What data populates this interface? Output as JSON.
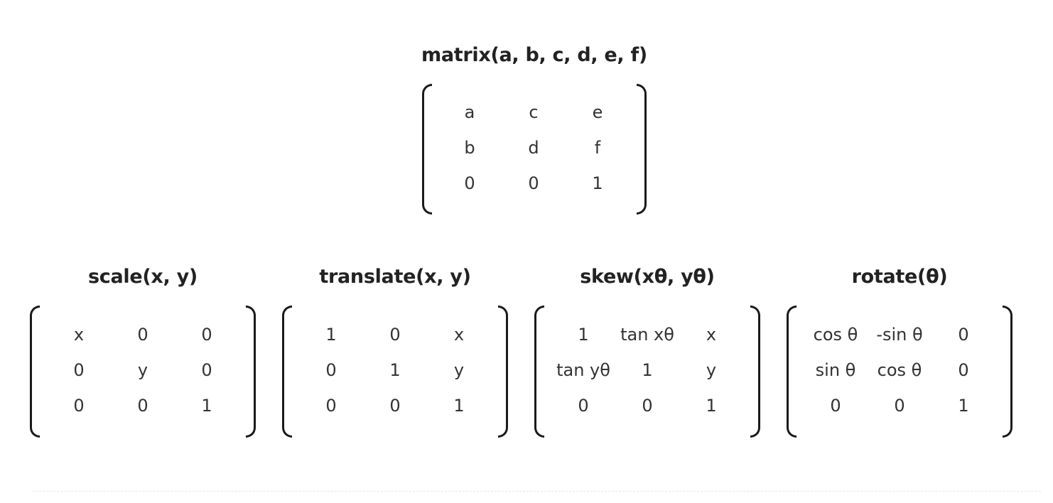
{
  "matrices": [
    {
      "title": "matrix(a, b, c, d, e, f)",
      "rows": [
        [
          "a",
          "c",
          "e"
        ],
        [
          "b",
          "d",
          "f"
        ],
        [
          "0",
          "0",
          "1"
        ]
      ]
    },
    {
      "title": "scale(x, y)",
      "rows": [
        [
          "x",
          "0",
          "0"
        ],
        [
          "0",
          "y",
          "0"
        ],
        [
          "0",
          "0",
          "1"
        ]
      ]
    },
    {
      "title": "translate(x, y)",
      "rows": [
        [
          "1",
          "0",
          "x"
        ],
        [
          "0",
          "1",
          "y"
        ],
        [
          "0",
          "0",
          "1"
        ]
      ]
    },
    {
      "title": "skew(xθ, yθ)",
      "rows": [
        [
          "1",
          "tan xθ",
          "x"
        ],
        [
          "tan yθ",
          "1",
          "y"
        ],
        [
          "0",
          "0",
          "1"
        ]
      ]
    },
    {
      "title": "rotate(θ)",
      "rows": [
        [
          "cos θ",
          "-sin θ",
          "0"
        ],
        [
          "sin θ",
          "cos θ",
          "0"
        ],
        [
          "0",
          "0",
          "1"
        ]
      ]
    }
  ]
}
